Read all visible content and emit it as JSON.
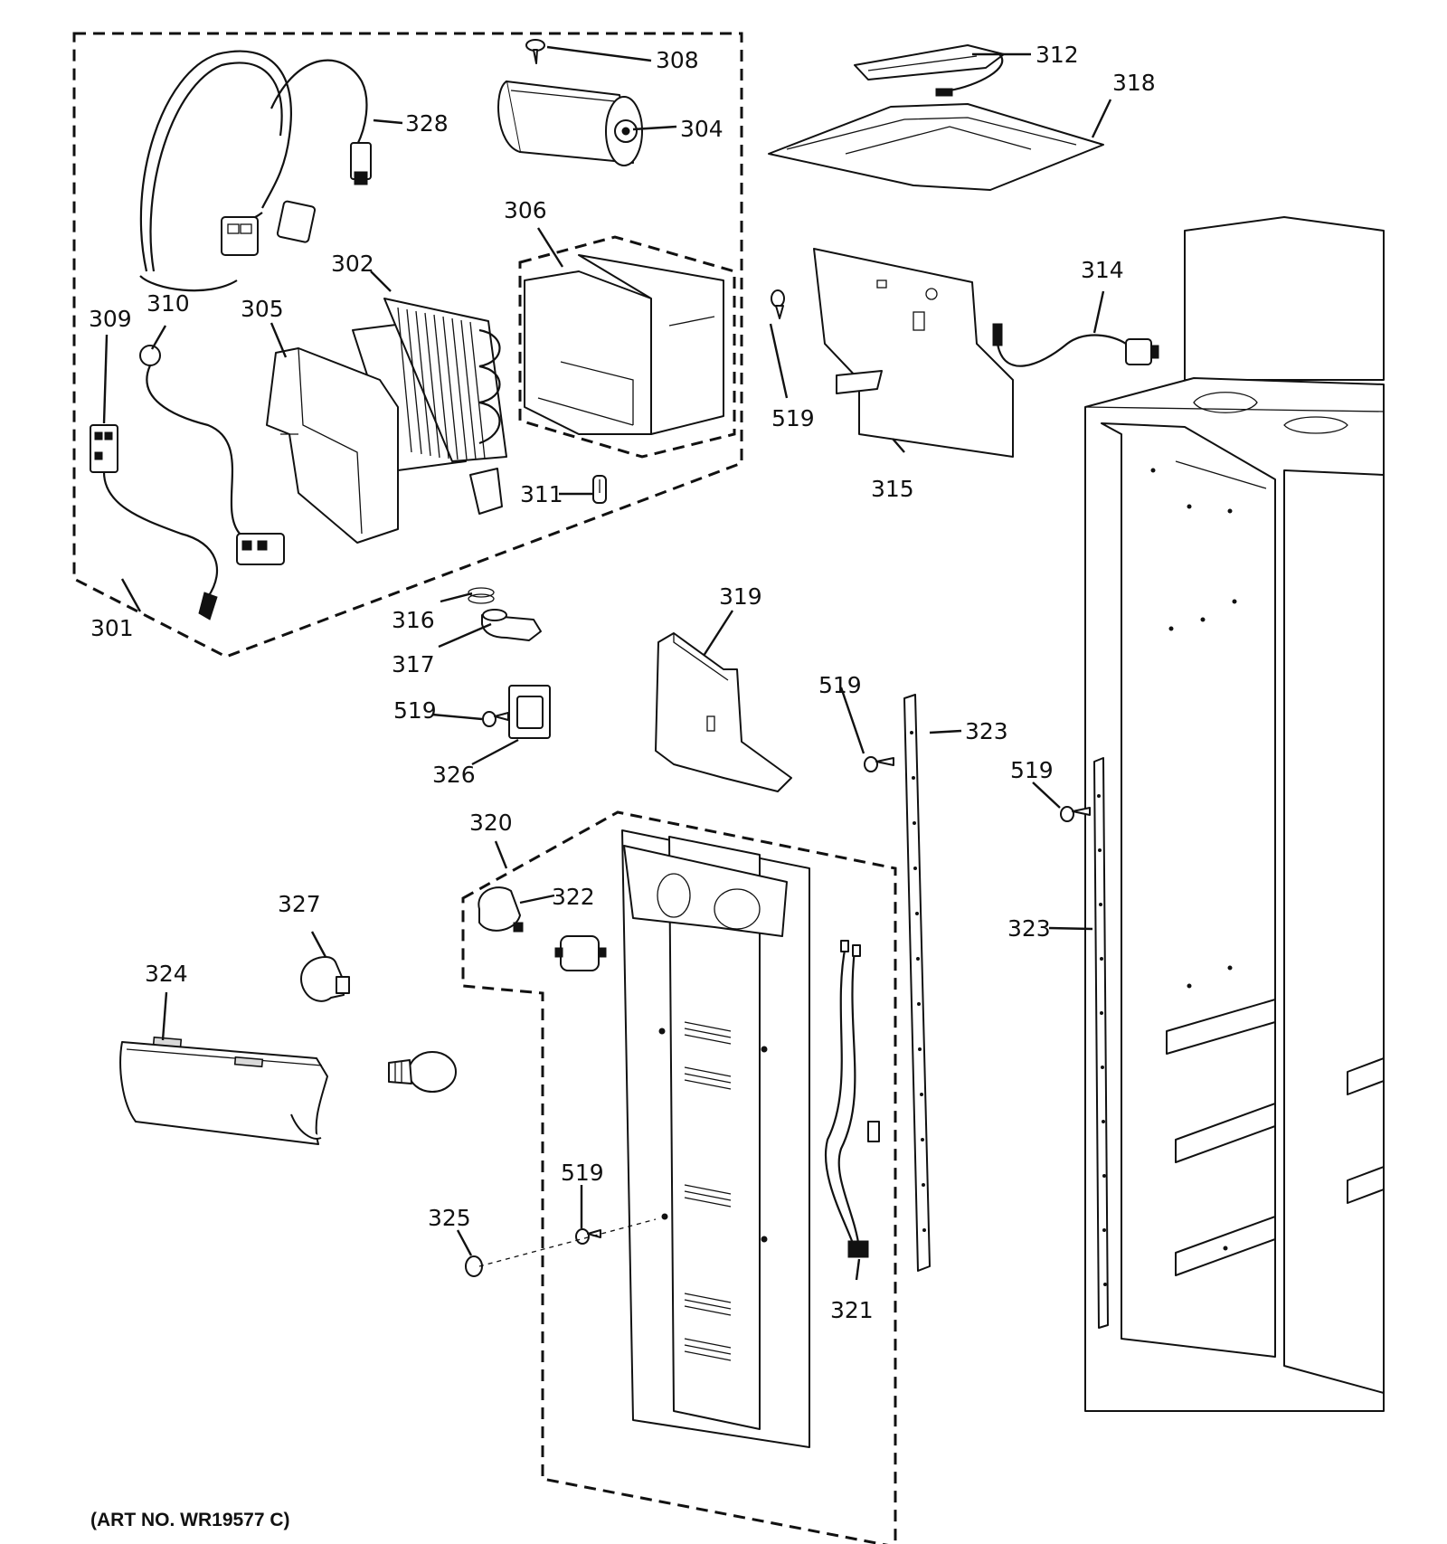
{
  "diagram": {
    "art_number": "(ART NO. WR19577 C)",
    "callouts": {
      "c301": "301",
      "c302": "302",
      "c304": "304",
      "c305": "305",
      "c306": "306",
      "c308": "308",
      "c309": "309",
      "c310": "310",
      "c311": "311",
      "c312": "312",
      "c314": "314",
      "c315": "315",
      "c316": "316",
      "c317": "317",
      "c318": "318",
      "c319": "319",
      "c320": "320",
      "c321": "321",
      "c322": "322",
      "c323a": "323",
      "c323b": "323",
      "c324": "324",
      "c325": "325",
      "c326": "326",
      "c327": "327",
      "c328": "328",
      "c519a": "519",
      "c519b": "519",
      "c519c": "519",
      "c519d": "519",
      "c519e": "519"
    }
  }
}
